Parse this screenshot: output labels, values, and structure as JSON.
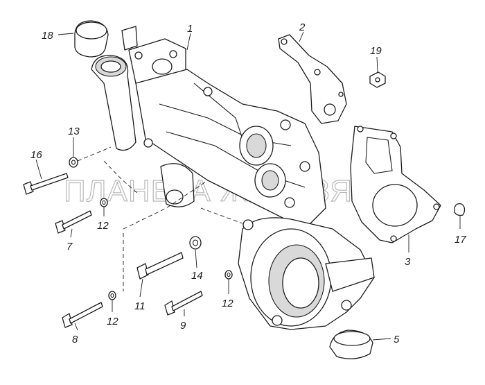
{
  "watermark": "ПЛАНЕТА ЖЕЛЕЗЯКА",
  "callouts": {
    "c1": "1",
    "c2": "2",
    "c3": "3",
    "c5": "5",
    "c7": "7",
    "c8": "8",
    "c9": "9",
    "c11": "11",
    "c12a": "12",
    "c12b": "12",
    "c12c": "12",
    "c13": "13",
    "c14": "14",
    "c16": "16",
    "c17": "17",
    "c18": "18",
    "c19": "19"
  }
}
